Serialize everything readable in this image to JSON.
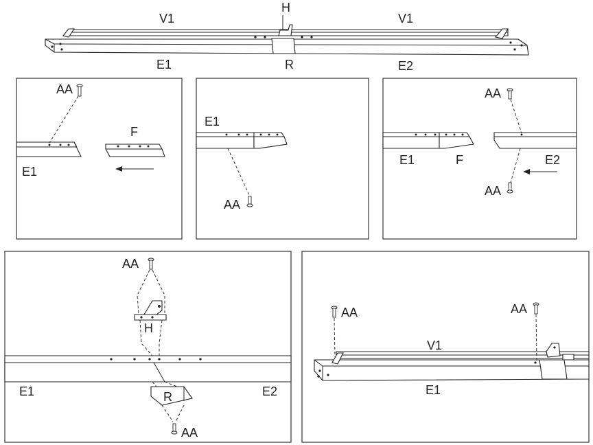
{
  "labels": {
    "V1": "V1",
    "H": "H",
    "E1": "E1",
    "E2": "E2",
    "R": "R",
    "F": "F",
    "AA": "AA"
  }
}
